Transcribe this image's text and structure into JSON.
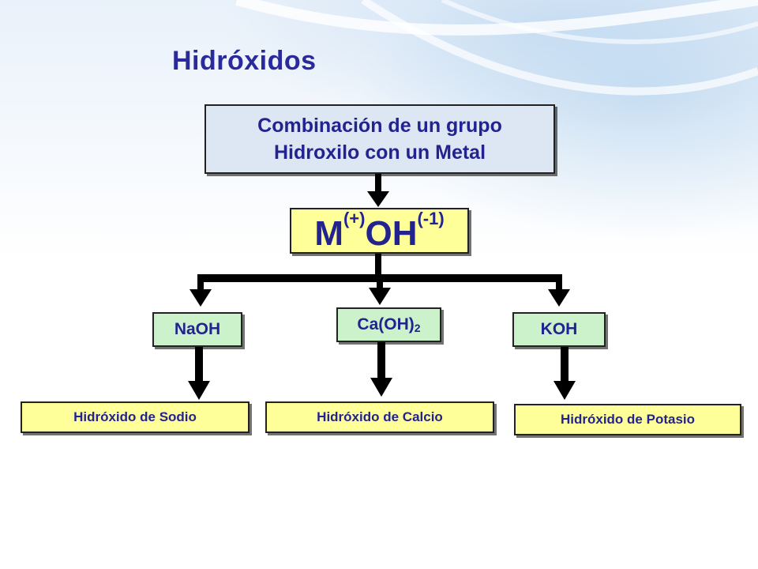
{
  "title": "Hidróxidos",
  "definition": {
    "line1": "Combinación de un grupo",
    "line2": "Hidroxilo con un Metal"
  },
  "formula": {
    "metal": "M",
    "metal_charge": "(+)",
    "hydroxyl": "OH",
    "hydroxyl_charge": "(-1)"
  },
  "compounds": [
    {
      "formula": "NaOH",
      "name": "Hidróxido de Sodio"
    },
    {
      "formula": "Ca(OH)",
      "subscript": "2",
      "name": "Hidróxido de Calcio"
    },
    {
      "formula": "KOH",
      "name": "Hidróxido de Potasio"
    }
  ],
  "colors": {
    "text": "#23238f",
    "definition_fill": "#dde6f3",
    "formula_fill": "#ffff99",
    "compound_fill": "#ccf2cc",
    "name_fill": "#ffff99",
    "connector": "#000000"
  }
}
